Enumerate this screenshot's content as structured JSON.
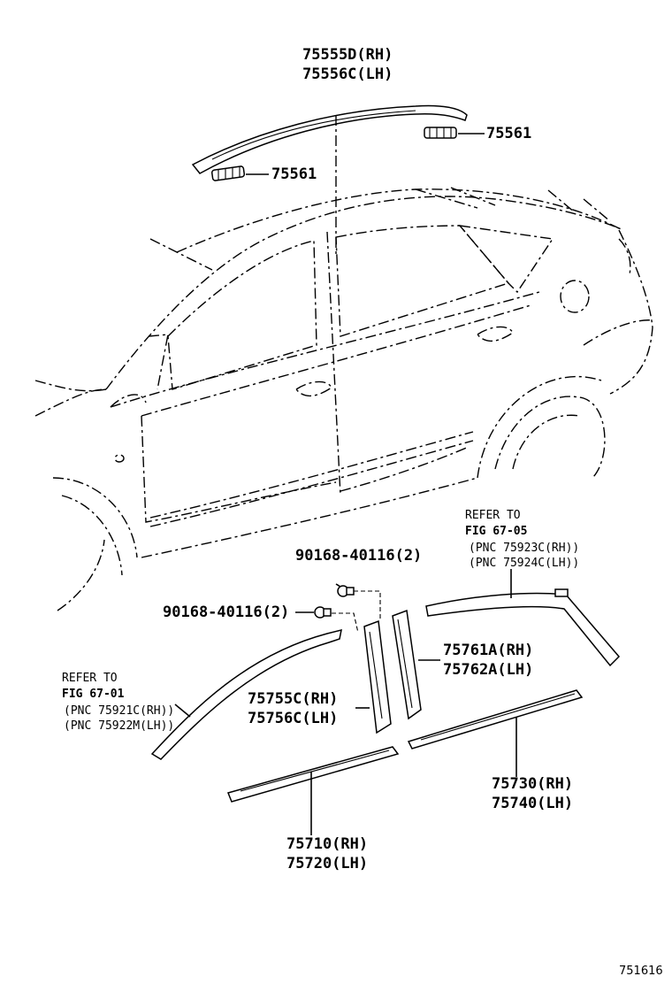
{
  "parts": {
    "roof_molding": {
      "rh": "75555D(RH)",
      "lh": "75556C(LH)"
    },
    "clip_right": "75561",
    "clip_left": "75561",
    "screw_upper": "90168-40116(2)",
    "screw_lower": "90168-40116(2)",
    "pillar_garnish_rear": {
      "rh": "75761A(RH)",
      "lh": "75762A(LH)"
    },
    "pillar_garnish_center": {
      "rh": "75755C(RH)",
      "lh": "75756C(LH)"
    },
    "rear_door_molding": {
      "rh": "75730(RH)",
      "lh": "75740(LH)"
    },
    "front_door_molding": {
      "rh": "75710(RH)",
      "lh": "75720(LH)"
    }
  },
  "refs": {
    "rear": {
      "line1": "REFER TO",
      "line2": "FIG 67-05",
      "pnc_rh": "(PNC 75923C(RH))",
      "pnc_lh": "(PNC 75924C(LH))"
    },
    "front": {
      "line1": "REFER TO",
      "line2": "FIG 67-01",
      "pnc_rh": "(PNC 75921C(RH))",
      "pnc_lh": "(PNC 75922M(LH))"
    }
  },
  "figure_id": "751616"
}
